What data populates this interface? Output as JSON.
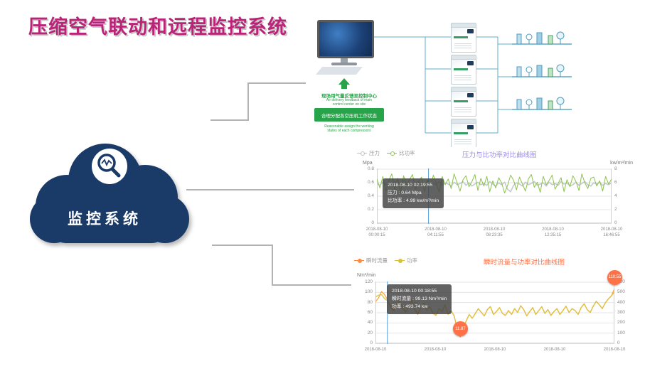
{
  "title": "压缩空气联动和远程监控系统",
  "cloud": {
    "label": "监控系统"
  },
  "diagram": {
    "feedback_cn": "现场用气量反馈至控制中心",
    "feedback_en_1": "Air delivery feedback of main",
    "feedback_en_2": "control center on site",
    "assign_cn": "合理分配各空压机工作状态",
    "assign_en_1": "Reasonable assign the working",
    "assign_en_2": "states of each compressors"
  },
  "chart_data": [
    {
      "type": "line",
      "title": "压力与比功率对比曲线图",
      "title_color": "#9b8cf0",
      "legend": [
        {
          "label": "压力",
          "color": "#bcc3c9",
          "shape": "hollow"
        },
        {
          "label": "比功率",
          "color": "#8bc34a",
          "shape": "hollow"
        }
      ],
      "y_left": {
        "label": "Mpa",
        "min": 0,
        "max": 0.8,
        "ticks": [
          "0.8",
          "0.6",
          "0.4",
          "0.2",
          "0"
        ]
      },
      "y_right": {
        "label": "kw/m³/min",
        "min": 0,
        "max": 8,
        "ticks": [
          "8",
          "6",
          "4",
          "2",
          "0"
        ]
      },
      "x_labels": [
        [
          "2018-08-10",
          "00:00:15"
        ],
        [
          "2018-08-10",
          "04:11:55"
        ],
        [
          "2018-08-10",
          "08:23:35"
        ],
        [
          "2018-08-10",
          "12:35:15"
        ],
        [
          "2018-08-10",
          "16:46:55"
        ]
      ],
      "grid": true,
      "legend_position": "top-left",
      "crosshair_frac": 0.22,
      "tooltip": {
        "line1": "2018-08-10 02:19:55",
        "line2": "压力 : 0.64 Mpa",
        "line3": "比功率 : 4.99 kw/m³/min"
      },
      "series": [
        {
          "name": "压力",
          "axis": "left",
          "color": "#c3c9ce",
          "width": 1.6,
          "values": [
            0.61,
            0.58,
            0.63,
            0.59,
            0.62,
            0.57,
            0.64,
            0.6,
            0.58,
            0.63,
            0.59,
            0.61,
            0.57,
            0.62,
            0.64,
            0.58,
            0.6,
            0.63,
            0.57,
            0.61,
            0.59,
            0.64,
            0.58,
            0.62,
            0.6,
            0.57,
            0.63,
            0.59,
            0.61,
            0.64,
            0.58,
            0.62,
            0.57,
            0.6,
            0.63,
            0.59,
            0.61,
            0.58,
            0.64,
            0.6,
            0.57,
            0.62,
            0.59,
            0.63,
            0.52,
            0.48,
            0.58,
            0.62,
            0.6,
            0.57,
            0.63,
            0.59,
            0.61,
            0.64,
            0.58,
            0.6,
            0.62,
            0.57,
            0.63,
            0.59,
            0.61,
            0.58,
            0.64,
            0.6,
            0.62,
            0.57,
            0.59,
            0.63,
            0.58,
            0.61,
            0.64,
            0.59,
            0.57,
            0.62,
            0.6,
            0.63,
            0.58,
            0.61,
            0.59,
            0.62
          ]
        },
        {
          "name": "比功率",
          "axis": "right",
          "color": "#8bc34a",
          "width": 1,
          "values": [
            6.8,
            5.4,
            7.2,
            4.9,
            6.5,
            7.6,
            5.1,
            6.9,
            4.6,
            7.3,
            5.8,
            6.7,
            7.5,
            5.2,
            6.3,
            7.1,
            4.8,
            6.6,
            5.5,
            7.4,
            6.1,
            4.7,
            7.2,
            5.9,
            6.8,
            5.3,
            7.6,
            6.2,
            4.9,
            6.7,
            7.3,
            5.6,
            6.4,
            7.5,
            5.0,
            6.9,
            5.7,
            7.2,
            4.8,
            6.5,
            5.4,
            7.0,
            6.2,
            4.6,
            5.8,
            7.4,
            6.6,
            5.1,
            7.1,
            6.0,
            4.9,
            6.8,
            7.5,
            5.5,
            6.3,
            4.7,
            7.2,
            5.9,
            6.6,
            7.4,
            5.2,
            6.1,
            7.0,
            4.8,
            6.7,
            5.6,
            7.3,
            6.4,
            5.0,
            7.6,
            6.2,
            5.3,
            6.9,
            7.1,
            5.7,
            6.5,
            4.9,
            7.2,
            6.0,
            6.8
          ]
        }
      ]
    },
    {
      "type": "line",
      "title": "瞬时流量与功率对比曲线图",
      "title_color": "#ff7043",
      "legend": [
        {
          "label": "瞬时流量",
          "color": "#ff8a3c",
          "shape": "filled"
        },
        {
          "label": "功率",
          "color": "#d8c23a",
          "shape": "filled"
        }
      ],
      "y_left": {
        "label": "Nm³/min",
        "min": 0,
        "max": 120,
        "ticks": [
          "120",
          "100",
          "80",
          "60",
          "40",
          "20",
          "0"
        ]
      },
      "y_right": {
        "min": 0,
        "max": 600,
        "ticks": [
          "600",
          "500",
          "400",
          "300",
          "200",
          "100",
          "0"
        ]
      },
      "x_labels": [
        [
          "2018-08-10"
        ],
        [
          "2018-08-10"
        ],
        [
          "2018-08-10"
        ],
        [
          "2018-08-10"
        ],
        [
          "2018-08-10"
        ]
      ],
      "grid": true,
      "legend_position": "top-left",
      "crosshair_frac": 0.05,
      "tooltip": {
        "line1": "2018-08-10 00:18:55",
        "line2": "瞬时流量 : 99.13 Nm³/min",
        "line3": "功率 : 493.74 kw"
      },
      "badges": [
        {
          "label": "110.55",
          "frac": 1.0,
          "value": 110.55
        },
        {
          "label": "11.87",
          "frac": 0.354,
          "value": 11.87
        }
      ],
      "series": [
        {
          "name": "瞬时流量",
          "axis": "left",
          "color": "#ffa23e",
          "width": 1.3,
          "values": [
            84,
            92,
            105,
            99,
            88,
            72,
            65,
            78,
            86,
            70,
            62,
            75,
            88,
            68,
            58,
            72,
            82,
            66,
            74,
            60,
            56,
            70,
            64,
            78,
            58,
            66,
            55,
            30,
            11.87,
            28,
            45,
            58,
            50,
            60,
            70,
            62,
            55,
            68,
            74,
            58,
            64,
            72,
            60,
            56,
            66,
            58,
            70,
            62,
            76,
            68,
            55,
            64,
            72,
            58,
            66,
            74,
            60,
            68,
            56,
            64,
            70,
            58,
            66,
            75,
            62,
            70,
            66,
            58,
            72,
            80,
            68,
            62,
            75,
            85,
            78,
            70,
            82,
            90,
            96,
            110.55
          ]
        },
        {
          "name": "功率",
          "axis": "right",
          "color": "#ddc23f",
          "width": 1.3,
          "values": [
            470,
            488,
            494,
            452,
            430,
            380,
            340,
            400,
            430,
            360,
            320,
            380,
            430,
            350,
            300,
            360,
            410,
            330,
            370,
            300,
            280,
            350,
            320,
            390,
            290,
            330,
            275,
            150,
            80,
            140,
            225,
            290,
            250,
            300,
            350,
            310,
            275,
            340,
            370,
            290,
            320,
            360,
            300,
            280,
            330,
            290,
            350,
            310,
            380,
            340,
            275,
            320,
            360,
            290,
            330,
            370,
            300,
            340,
            280,
            320,
            350,
            290,
            330,
            375,
            310,
            350,
            330,
            290,
            360,
            400,
            340,
            310,
            375,
            425,
            390,
            350,
            410,
            450,
            480,
            520
          ]
        }
      ]
    }
  ]
}
